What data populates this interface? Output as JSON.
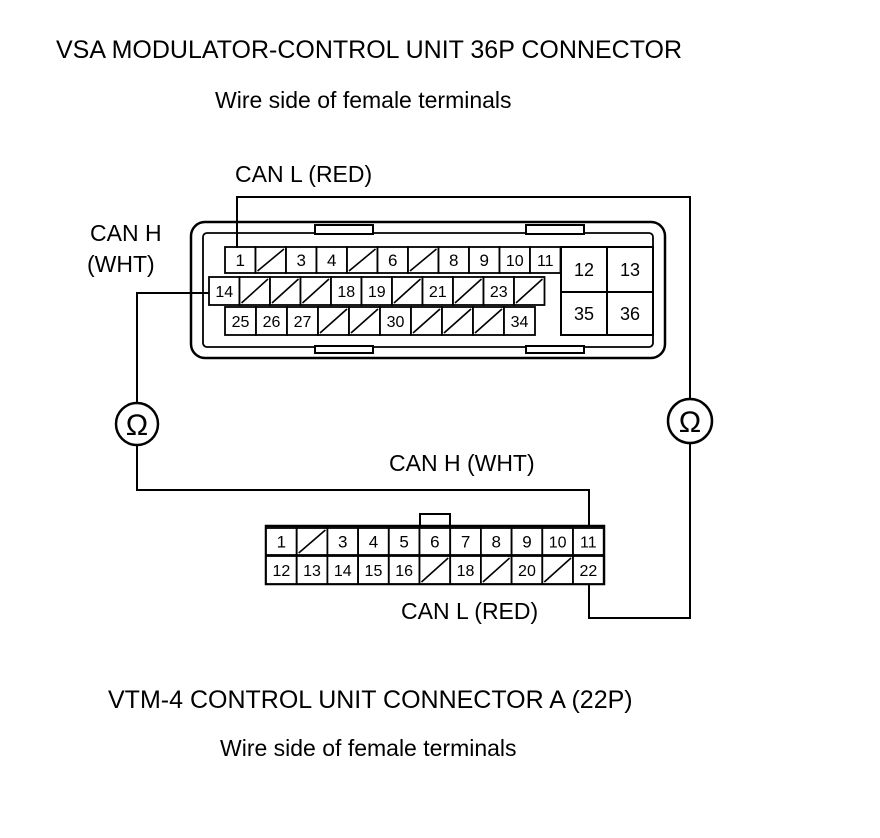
{
  "diagram": {
    "top_title": "VSA MODULATOR-CONTROL UNIT 36P CONNECTOR",
    "top_subtitle": "Wire side of female terminals",
    "bottom_title": "VTM-4 CONTROL UNIT CONNECTOR A (22P)",
    "bottom_subtitle": "Wire side of female terminals",
    "labels": {
      "can_l_top": "CAN L (RED)",
      "can_h_left_line1": "CAN H",
      "can_h_left_line2": "(WHT)",
      "can_h_bottom": "CAN H (WHT)",
      "can_l_bottom": "CAN L (RED)",
      "ohm_left": "Ω",
      "ohm_right": "Ω"
    },
    "vsa_connector": {
      "pins": 36,
      "row1": [
        "1",
        "",
        "3",
        "4",
        "",
        "6",
        "",
        "8",
        "9",
        "10",
        "11"
      ],
      "row2": [
        "14",
        "",
        "",
        "",
        "18",
        "19",
        "",
        "21",
        "",
        "23",
        ""
      ],
      "row3": [
        "25",
        "26",
        "27",
        "",
        "",
        "30",
        "",
        "",
        "",
        "34"
      ],
      "block_pins": [
        "12",
        "13",
        "35",
        "36"
      ]
    },
    "vtm_connector": {
      "pins": 22,
      "row1": [
        "1",
        "",
        "3",
        "4",
        "5",
        "6",
        "7",
        "8",
        "9",
        "10",
        "11"
      ],
      "row2": [
        "12",
        "13",
        "14",
        "15",
        "16",
        "",
        "18",
        "",
        "20",
        "",
        "22"
      ]
    }
  }
}
